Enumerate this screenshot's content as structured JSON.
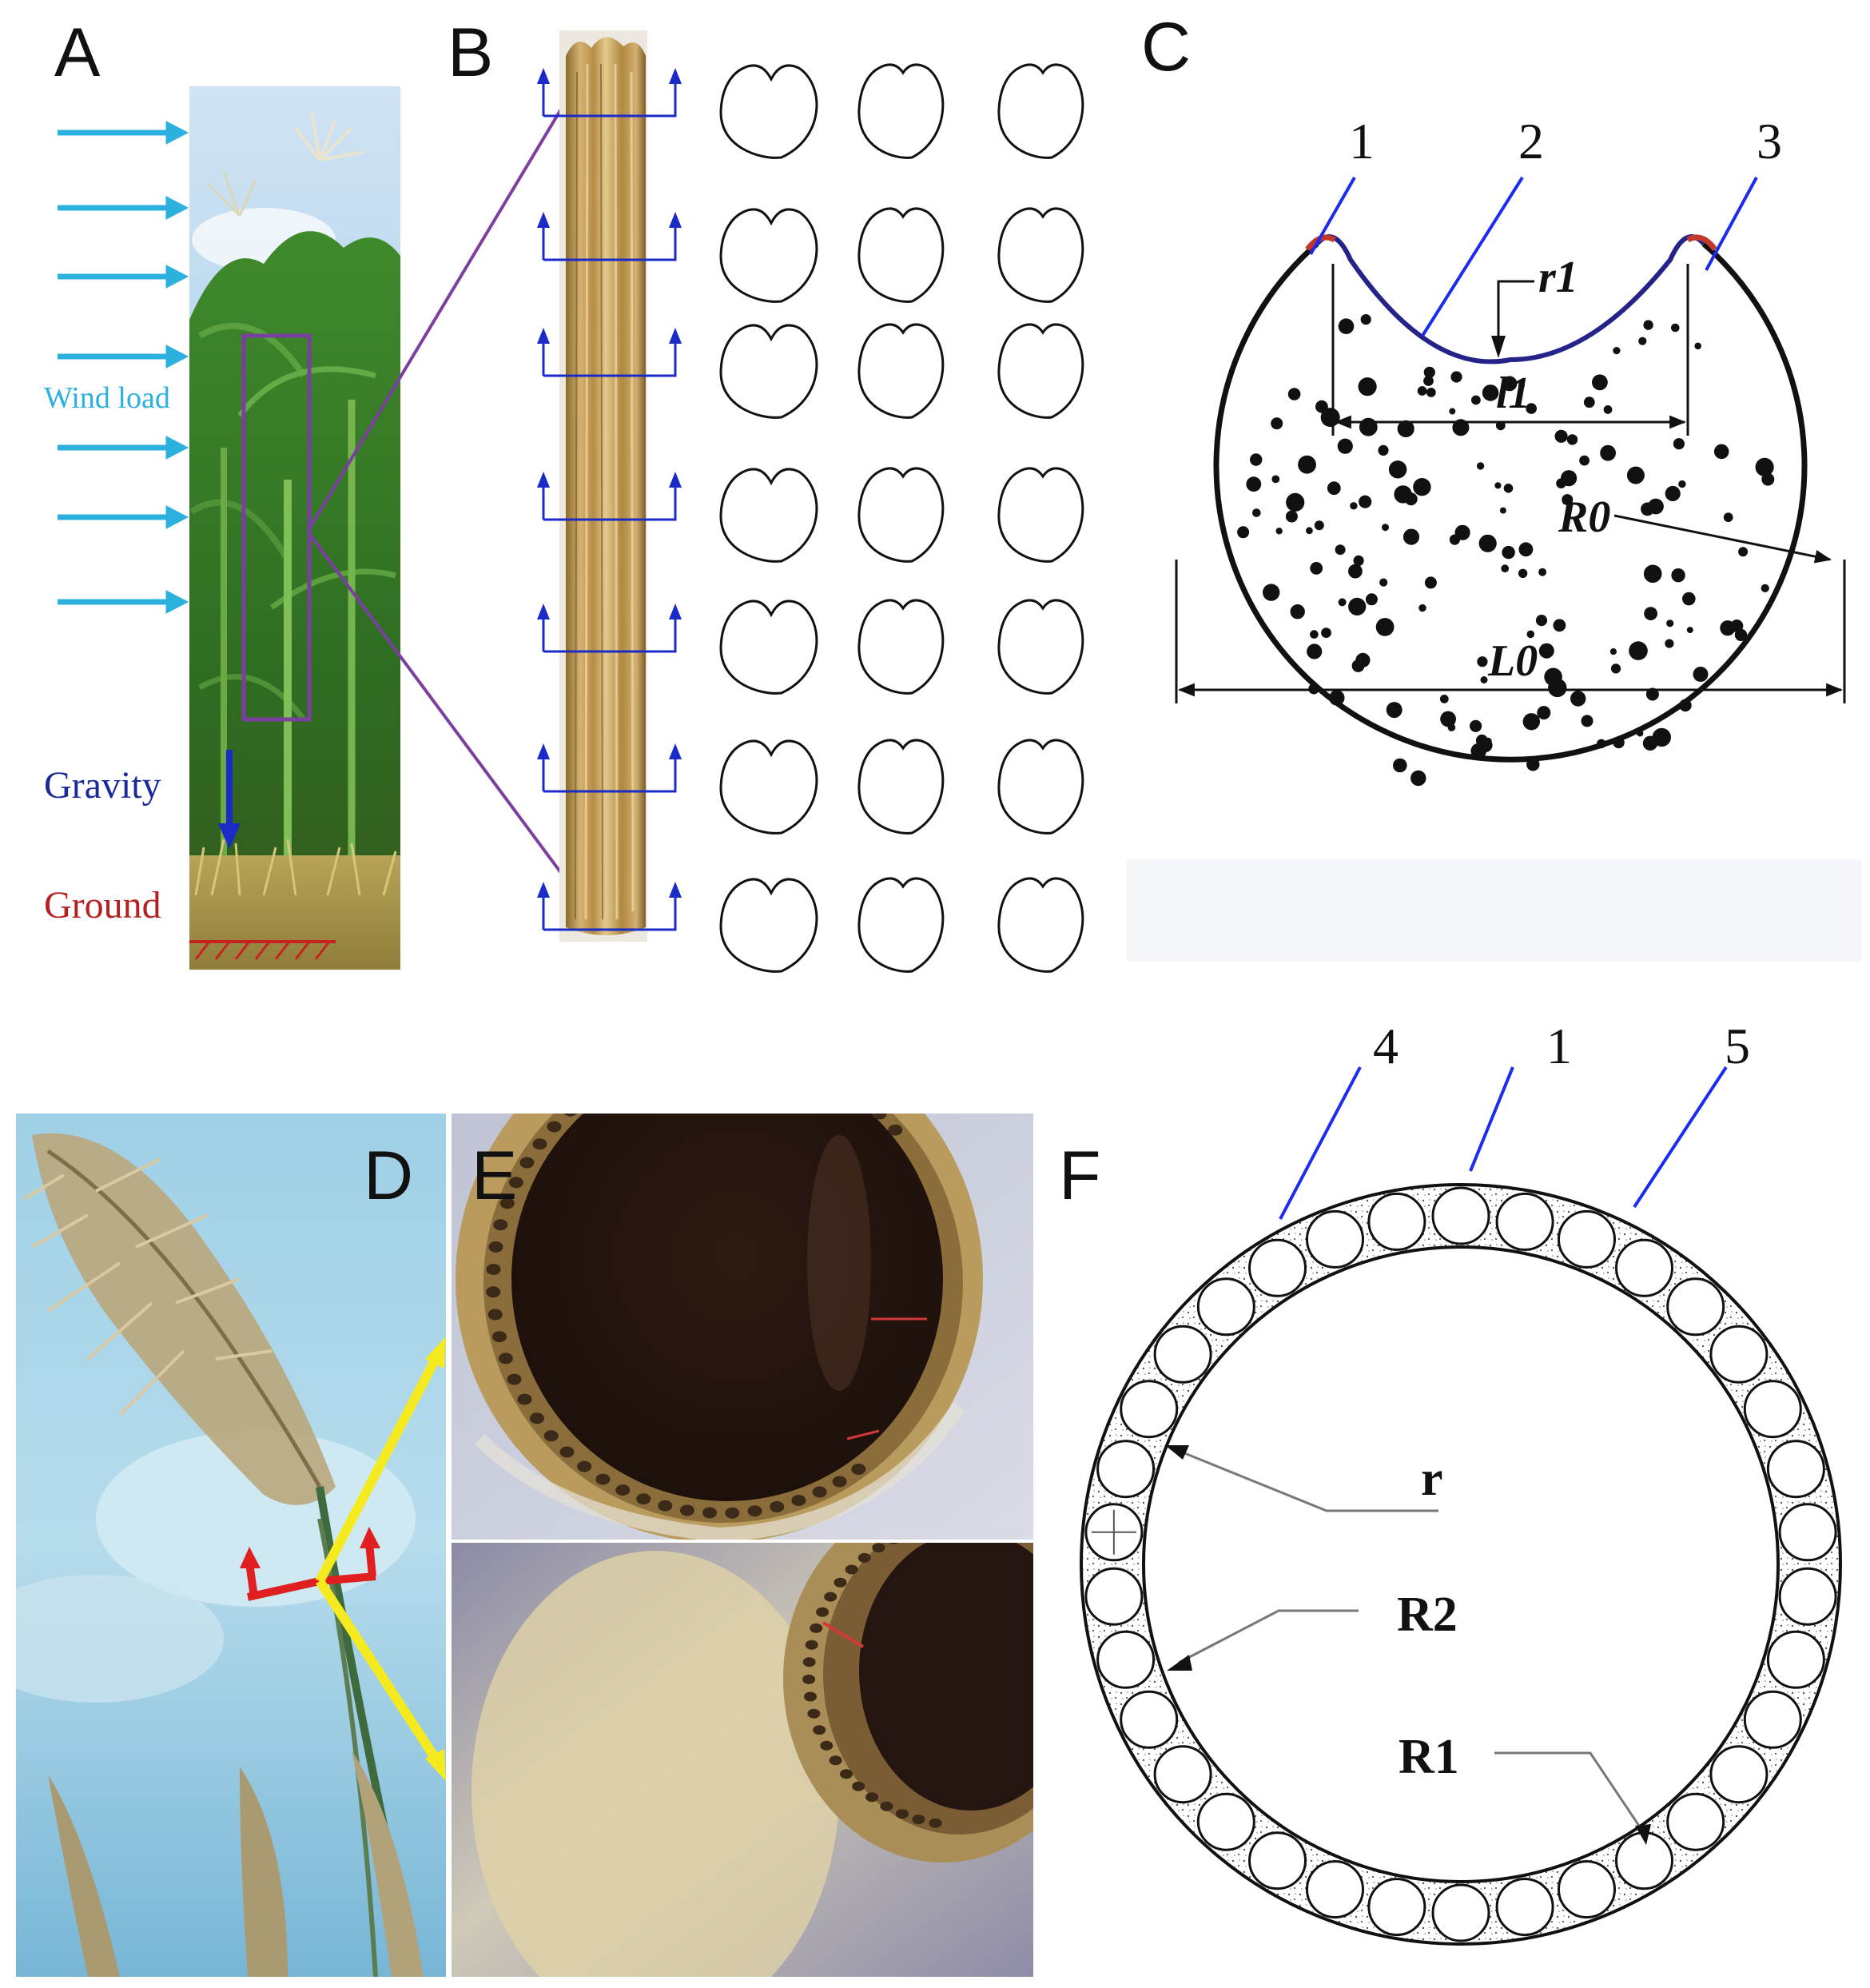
{
  "panels": {
    "A": {
      "letter": "A",
      "wind_label": "Wind load",
      "gravity_label": "Gravity",
      "ground_label": "Ground",
      "colors": {
        "wind": "#2cb0de",
        "gravity": "#1b2a9a",
        "ground": "#b52020",
        "highlight": "#7b3fa0"
      }
    },
    "B": {
      "letter": "B"
    },
    "C": {
      "letter": "C",
      "callouts": [
        "1",
        "2",
        "3"
      ],
      "dims": {
        "r1": "r1",
        "l1": "l1",
        "R0": "R0",
        "L0": "L0"
      }
    },
    "D": {
      "letter": "D"
    },
    "E": {
      "letter": "E"
    },
    "F": {
      "letter": "F",
      "callouts": [
        "4",
        "1",
        "5"
      ],
      "dims": {
        "r": "r",
        "R2": "R2",
        "R1": "R1"
      }
    }
  }
}
